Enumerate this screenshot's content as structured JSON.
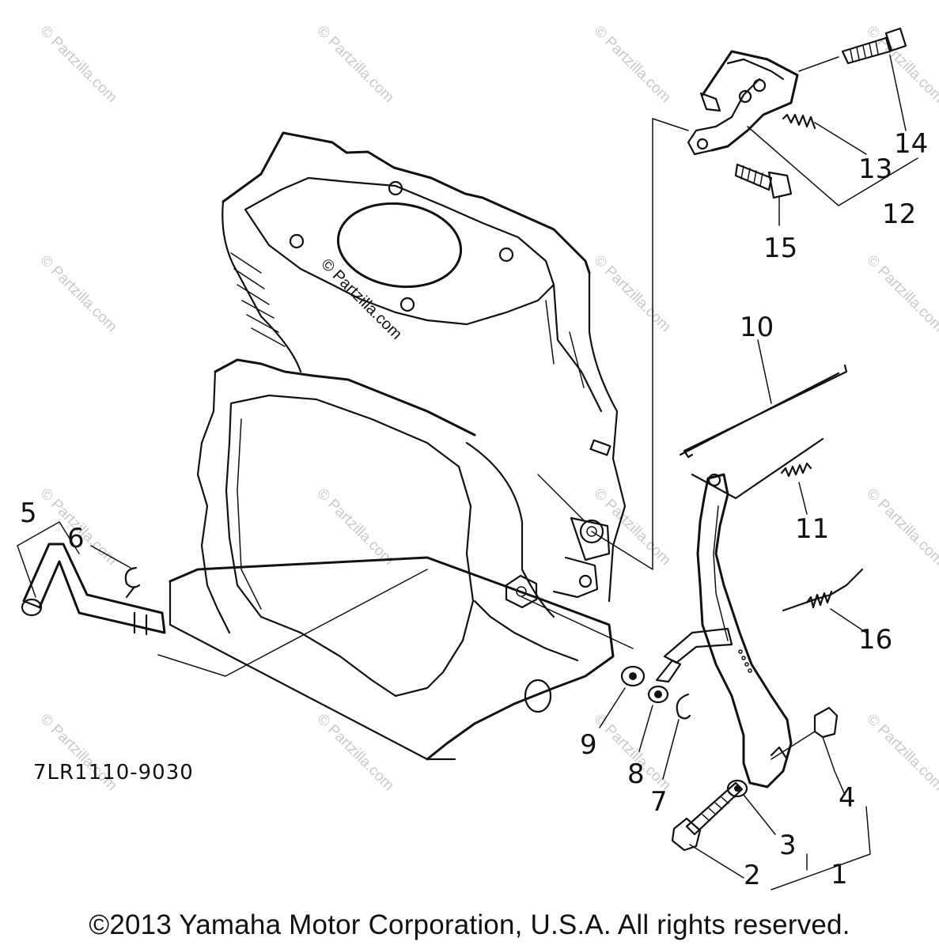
{
  "diagram": {
    "drawing_code": "7LR1110-9030",
    "watermark_text": "© Partzilla.com",
    "callouts": [
      "1",
      "2",
      "3",
      "4",
      "5",
      "6",
      "7",
      "8",
      "9",
      "10",
      "11",
      "12",
      "13",
      "14",
      "15",
      "16"
    ]
  },
  "footer": {
    "copyright": "©2013 Yamaha Motor Corporation, U.S.A. All rights reserved."
  }
}
